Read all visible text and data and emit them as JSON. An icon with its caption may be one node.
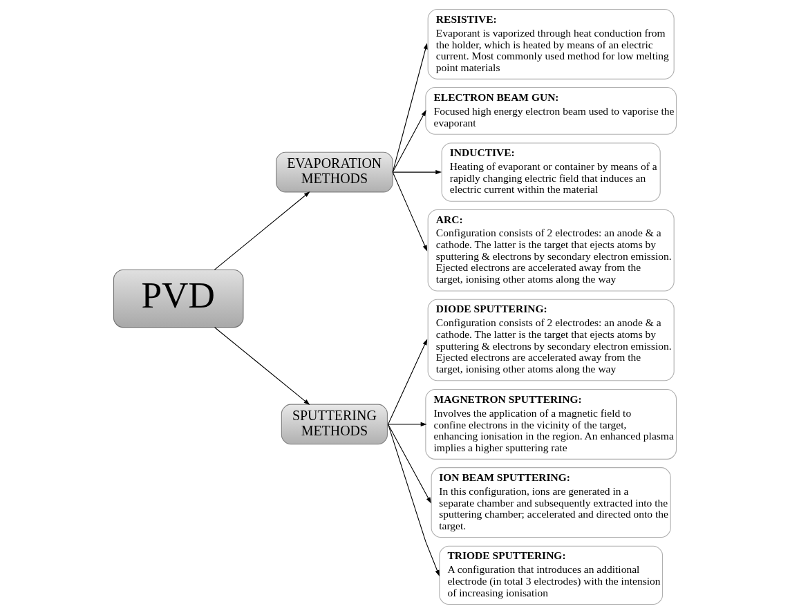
{
  "diagram": {
    "nodes": [
      {
        "text": [
          "PVD"
        ]
      },
      {
        "text": [
          "EVAPORATION METHODS"
        ]
      },
      {
        "text": [
          "SPUTTERING METHODS"
        ]
      },
      {
        "text": [
          "RESISTIVE:",
          "Evaporant is vaporized through heat conduction from the holder, which is heated by means of an electric current. Most commonly used method for low melting point materials"
        ]
      },
      {
        "text": [
          "ELECTRON BEAM GUN:",
          "Focused high energy electron beam used to vaporise the evaporant"
        ]
      },
      {
        "text": [
          "INDUCTIVE:",
          "Heating of evaporant or container by means of a rapidly changing electric field that induces an electric current within the material"
        ]
      },
      {
        "text": [
          "ARC:",
          "Configuration consists of 2 electrodes: an anode & a cathode. The latter is the target that ejects atoms by sputtering & electrons by secondary electron emission. Ejected electrons are accelerated away from the target, ionising other atoms along the way"
        ]
      },
      {
        "text": [
          "DIODE SPUTTERING:",
          "Configuration consists of 2 electrodes: an anode & a cathode. The latter is the target that ejects atoms by sputtering & electrons by secondary electron emission. Ejected electrons are accelerated away from the target, ionising other atoms along the way"
        ]
      },
      {
        "text": [
          "MAGNETRON SPUTTERING:",
          "Involves the application of a magnetic field to confine electrons in the vicinity of the target, enhancing ionisation in the region. An enhanced plasma implies a higher sputtering rate"
        ]
      },
      {
        "text": [
          "ION BEAM SPUTTERING:",
          "In this configuration, ions are generated in a separate chamber and subsequently extracted into the sputtering chamber; accelerated and directed onto the target."
        ]
      },
      {
        "text": [
          "TRIODE SPUTTERING:",
          "A configuration that introduces an additional electrode (in total 3 electrodes) with the intension of increasing ionisation"
        ]
      }
    ],
    "edges": [
      {
        "from": 0,
        "to": 1,
        "arrow": "to"
      },
      {
        "from": 0,
        "to": 2,
        "arrow": "to"
      },
      {
        "from": 1,
        "to": 3,
        "arrow": "to"
      },
      {
        "from": 1,
        "to": 4,
        "arrow": "to"
      },
      {
        "from": 1,
        "to": 5,
        "arrow": "to"
      },
      {
        "from": 1,
        "to": 6,
        "arrow": "to"
      },
      {
        "from": 2,
        "to": 7,
        "arrow": "to"
      },
      {
        "from": 2,
        "to": 8,
        "arrow": "to"
      },
      {
        "from": 2,
        "to": 9,
        "arrow": "to"
      },
      {
        "from": 2,
        "to": 10,
        "arrow": "to"
      }
    ]
  }
}
